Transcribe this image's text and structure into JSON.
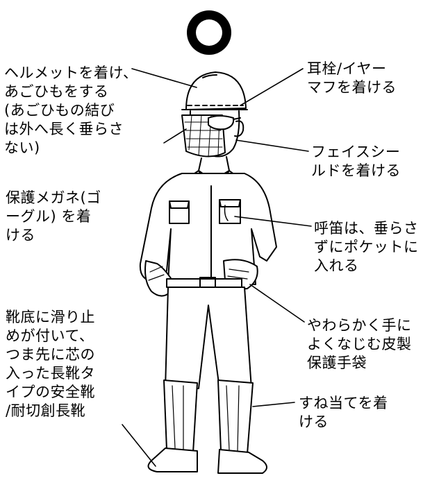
{
  "symbol": {
    "name": "circle-mark",
    "meaning": "good / correct",
    "color": "#000000"
  },
  "labels": {
    "helmet": "ヘルメットを着け、\nあごひもをする\n(あごひもの結び\nは外へ長く垂らさ\nない)",
    "goggles": "保護メガネ(ゴ\nーグル) を着\nける",
    "boots": "靴底に滑り止\nめが付いて、\nつま先に芯の\n入った長靴タ\nイプの安全靴\n/耐切創長靴",
    "earplug": "耳栓/イヤー\nマフを着ける",
    "faceshield": "フェイスシー\nルドを着ける",
    "whistle": "呼笛は、垂らさ\nずにポケットに\n入れる",
    "gloves": "やわらかく手に\nよくなじむ皮製\n保護手袋",
    "shinguard": "すね当てを着\nける"
  }
}
